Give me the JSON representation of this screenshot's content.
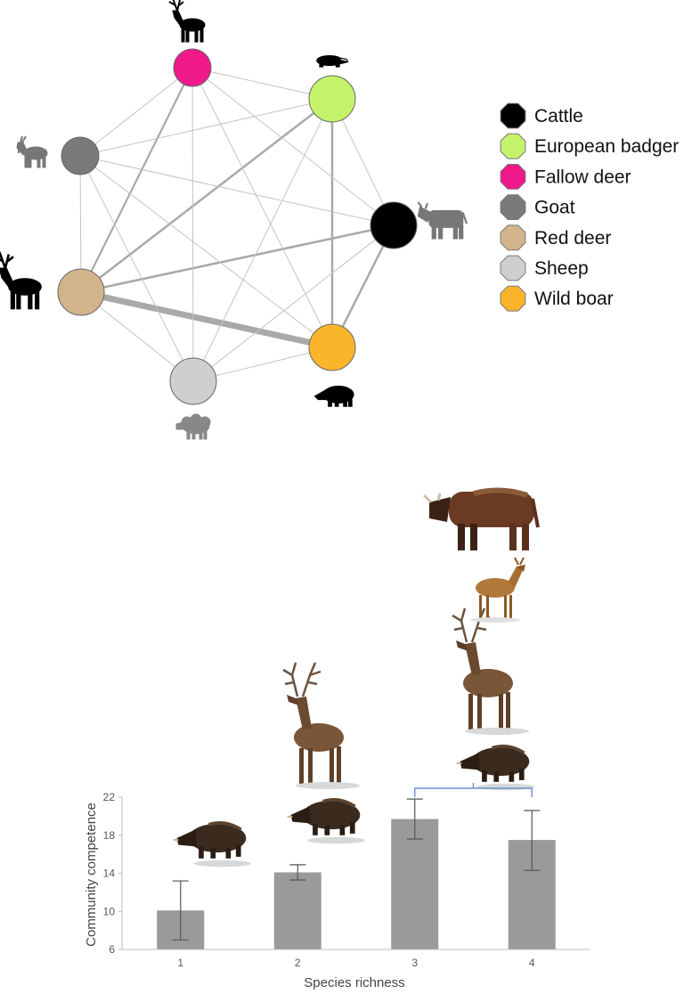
{
  "network": {
    "nodes": [
      {
        "id": "fallow",
        "label": "Fallow deer",
        "color": "#f0198b",
        "icon": "stag-silhouette-icon"
      },
      {
        "id": "badger",
        "label": "European badger",
        "color": "#c5f26b",
        "icon": "badger-silhouette-icon"
      },
      {
        "id": "goat",
        "label": "Goat",
        "color": "#7a7a7a",
        "icon": "goat-silhouette-icon"
      },
      {
        "id": "cattle",
        "label": "Cattle",
        "color": "#000000",
        "icon": "cow-silhouette-icon"
      },
      {
        "id": "reddeer",
        "label": "Red deer",
        "color": "#d2b48c",
        "icon": "deer-silhouette-icon"
      },
      {
        "id": "boar",
        "label": "Wild boar",
        "color": "#fbb52a",
        "icon": "boar-silhouette-icon"
      },
      {
        "id": "sheep",
        "label": "Sheep",
        "color": "#d0cece",
        "icon": "sheep-silhouette-icon"
      }
    ],
    "edges": [
      {
        "a": "reddeer",
        "b": "boar",
        "weight": 7
      },
      {
        "a": "reddeer",
        "b": "badger",
        "weight": 2.5
      },
      {
        "a": "reddeer",
        "b": "cattle",
        "weight": 2.5
      },
      {
        "a": "reddeer",
        "b": "fallow",
        "weight": 2.2
      },
      {
        "a": "badger",
        "b": "boar",
        "weight": 2.5
      },
      {
        "a": "cattle",
        "b": "boar",
        "weight": 2.5
      },
      {
        "a": "reddeer",
        "b": "goat",
        "weight": 1
      },
      {
        "a": "reddeer",
        "b": "sheep",
        "weight": 1
      },
      {
        "a": "fallow",
        "b": "badger",
        "weight": 1
      },
      {
        "a": "fallow",
        "b": "goat",
        "weight": 1
      },
      {
        "a": "fallow",
        "b": "cattle",
        "weight": 1
      },
      {
        "a": "fallow",
        "b": "boar",
        "weight": 1
      },
      {
        "a": "fallow",
        "b": "sheep",
        "weight": 1
      },
      {
        "a": "goat",
        "b": "badger",
        "weight": 1
      },
      {
        "a": "goat",
        "b": "cattle",
        "weight": 1
      },
      {
        "a": "goat",
        "b": "boar",
        "weight": 1
      },
      {
        "a": "goat",
        "b": "sheep",
        "weight": 1
      },
      {
        "a": "badger",
        "b": "cattle",
        "weight": 1
      },
      {
        "a": "badger",
        "b": "sheep",
        "weight": 1
      },
      {
        "a": "cattle",
        "b": "sheep",
        "weight": 1
      },
      {
        "a": "sheep",
        "b": "boar",
        "weight": 1
      }
    ]
  },
  "legend": [
    {
      "label": "Cattle",
      "color": "#000000"
    },
    {
      "label": "European badger",
      "color": "#c5f26b"
    },
    {
      "label": "Fallow deer",
      "color": "#f0198b"
    },
    {
      "label": "Goat",
      "color": "#7a7a7a"
    },
    {
      "label": "Red deer",
      "color": "#d2b48c"
    },
    {
      "label": "Sheep",
      "color": "#d0cece"
    },
    {
      "label": "Wild boar",
      "color": "#fbb52a"
    }
  ],
  "chart_data": {
    "type": "bar",
    "categories": [
      "1",
      "2",
      "3",
      "4"
    ],
    "values": [
      10.1,
      14.1,
      19.7,
      17.5
    ],
    "error_low": [
      7.0,
      13.3,
      17.6,
      14.3
    ],
    "error_high": [
      13.2,
      14.9,
      21.8,
      20.6
    ],
    "xlabel": "Species richness",
    "ylabel": "Community competence",
    "ylim": [
      6,
      22
    ],
    "yticks": [
      "6",
      "10",
      "14",
      "18",
      "22"
    ],
    "bar_color": "#9a9a9a",
    "bracket_color": "#6a8fcf",
    "bracket_between": [
      "3",
      "4"
    ],
    "bar_animals": [
      [
        "boar-photo-icon"
      ],
      [
        "boar-photo-icon",
        "red-deer-photo-icon"
      ],
      [
        "boar-photo-icon",
        "red-deer-photo-icon",
        "fallow-deer-photo-icon",
        "cattle-photo-icon"
      ]
    ]
  }
}
